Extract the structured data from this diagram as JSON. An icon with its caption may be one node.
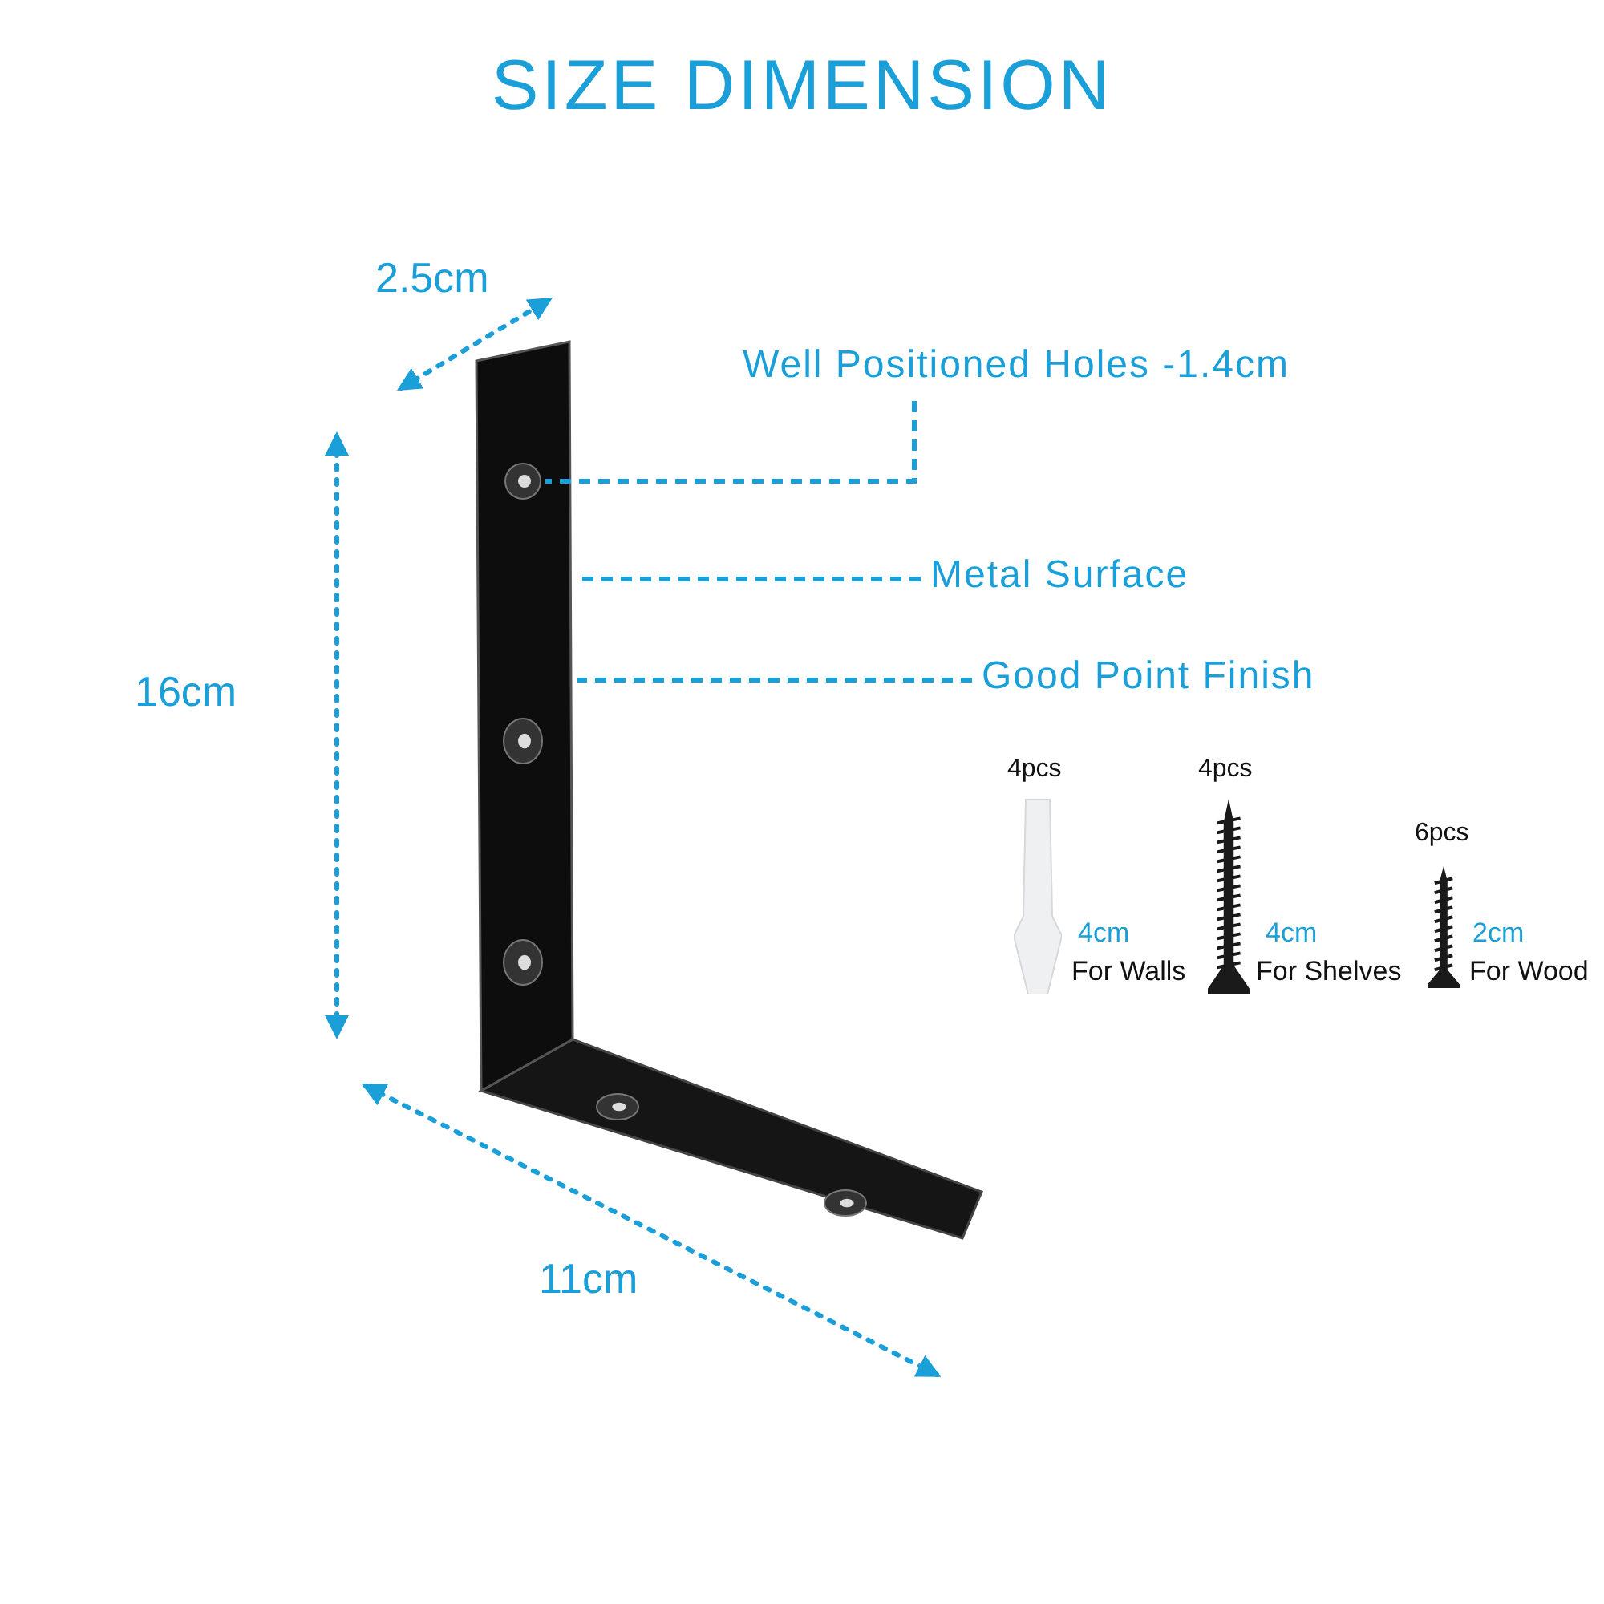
{
  "diagram": {
    "title": "SIZE DIMENSION",
    "nodes": [
      {
        "text": [
          "Well Positioned Holes -1.4cm"
        ]
      },
      {
        "text": [
          "Metal Surface"
        ]
      },
      {
        "text": [
          "Good Point Finish"
        ]
      },
      {
        "text": [],
        "shape": "picture"
      },
      {
        "text": [],
        "shape": "circle",
        "in": 3
      },
      {
        "text": [],
        "shape": "picture",
        "beside": [
          "4pcs",
          "4cm",
          "For Walls"
        ]
      },
      {
        "text": [],
        "shape": "picture",
        "beside": [
          "4pcs",
          "4cm",
          "For Shelves"
        ]
      },
      {
        "text": [],
        "shape": "picture",
        "beside": [
          "6pcs",
          "2cm",
          "For Wood"
        ]
      }
    ],
    "edges": [
      {
        "from": 0,
        "to": 4,
        "arrow": "none",
        "style": "dashed"
      },
      {
        "from": 1,
        "to": 3,
        "arrow": "none",
        "style": "dashed"
      },
      {
        "from": 2,
        "to": 3,
        "arrow": "none",
        "style": "dashed"
      }
    ],
    "labels": [
      "2.5cm",
      "16cm",
      "11cm"
    ]
  }
}
